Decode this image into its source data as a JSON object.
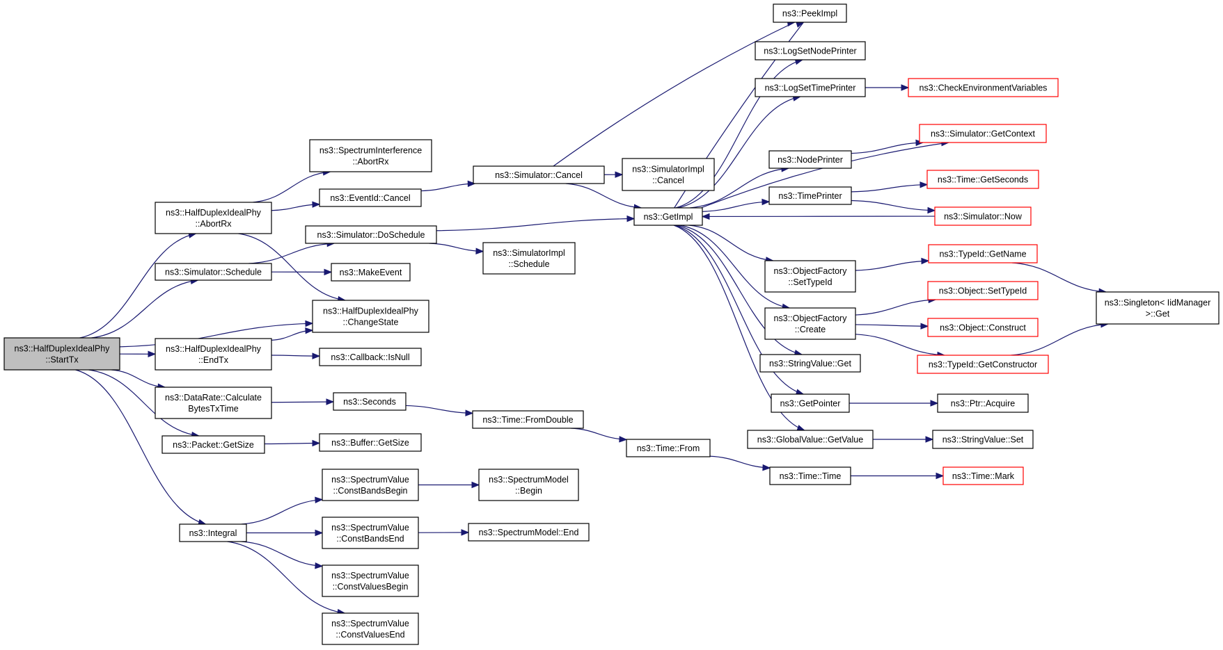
{
  "graph": {
    "title": "",
    "nodes": [
      {
        "id": "StartTx",
        "lines": [
          "ns3::HalfDuplexIdealPhy",
          "::StartTx"
        ],
        "style": "root"
      },
      {
        "id": "AbortRx",
        "lines": [
          "ns3::HalfDuplexIdealPhy",
          "::AbortRx"
        ],
        "style": "normal"
      },
      {
        "id": "SimSchedule",
        "lines": [
          "ns3::Simulator::Schedule"
        ],
        "style": "normal"
      },
      {
        "id": "EndTx",
        "lines": [
          "ns3::HalfDuplexIdealPhy",
          "::EndTx"
        ],
        "style": "normal"
      },
      {
        "id": "CalcBytes",
        "lines": [
          "ns3::DataRate::Calculate",
          "BytesTxTime"
        ],
        "style": "normal"
      },
      {
        "id": "PacketGetSize",
        "lines": [
          "ns3::Packet::GetSize"
        ],
        "style": "normal"
      },
      {
        "id": "Integral",
        "lines": [
          "ns3::Integral"
        ],
        "style": "normal"
      },
      {
        "id": "SpecIntAbortRx",
        "lines": [
          "ns3::SpectrumInterference",
          "::AbortRx"
        ],
        "style": "normal"
      },
      {
        "id": "EventIdCancel",
        "lines": [
          "ns3::EventId::Cancel"
        ],
        "style": "normal"
      },
      {
        "id": "DoSchedule",
        "lines": [
          "ns3::Simulator::DoSchedule"
        ],
        "style": "normal"
      },
      {
        "id": "MakeEvent",
        "lines": [
          "ns3::MakeEvent"
        ],
        "style": "normal"
      },
      {
        "id": "ChangeState",
        "lines": [
          "ns3::HalfDuplexIdealPhy",
          "::ChangeState"
        ],
        "style": "normal"
      },
      {
        "id": "CallbackIsNull",
        "lines": [
          "ns3::Callback::IsNull"
        ],
        "style": "normal"
      },
      {
        "id": "Seconds",
        "lines": [
          "ns3::Seconds"
        ],
        "style": "normal"
      },
      {
        "id": "BufferGetSize",
        "lines": [
          "ns3::Buffer::GetSize"
        ],
        "style": "normal"
      },
      {
        "id": "CBB",
        "lines": [
          "ns3::SpectrumValue",
          "::ConstBandsBegin"
        ],
        "style": "normal"
      },
      {
        "id": "CBE",
        "lines": [
          "ns3::SpectrumValue",
          "::ConstBandsEnd"
        ],
        "style": "normal"
      },
      {
        "id": "CVB",
        "lines": [
          "ns3::SpectrumValue",
          "::ConstValuesBegin"
        ],
        "style": "normal"
      },
      {
        "id": "CVE",
        "lines": [
          "ns3::SpectrumValue",
          "::ConstValuesEnd"
        ],
        "style": "normal"
      },
      {
        "id": "SimCancel",
        "lines": [
          "ns3::Simulator::Cancel"
        ],
        "style": "normal"
      },
      {
        "id": "SimImplSchedule",
        "lines": [
          "ns3::SimulatorImpl",
          "::Schedule"
        ],
        "style": "normal"
      },
      {
        "id": "TimeFromDouble",
        "lines": [
          "ns3::Time::FromDouble"
        ],
        "style": "normal"
      },
      {
        "id": "SMBegin",
        "lines": [
          "ns3::SpectrumModel",
          "::Begin"
        ],
        "style": "normal"
      },
      {
        "id": "SMEnd",
        "lines": [
          "ns3::SpectrumModel::End"
        ],
        "style": "normal"
      },
      {
        "id": "SimImplCancel",
        "lines": [
          "ns3::SimulatorImpl",
          "::Cancel"
        ],
        "style": "normal"
      },
      {
        "id": "GetImpl",
        "lines": [
          "ns3::GetImpl"
        ],
        "style": "normal"
      },
      {
        "id": "TimeFrom",
        "lines": [
          "ns3::Time::From"
        ],
        "style": "normal"
      },
      {
        "id": "PeekImpl",
        "lines": [
          "ns3::PeekImpl"
        ],
        "style": "normal"
      },
      {
        "id": "LogSetNodePrinter",
        "lines": [
          "ns3::LogSetNodePrinter"
        ],
        "style": "normal"
      },
      {
        "id": "LogSetTimePrinter",
        "lines": [
          "ns3::LogSetTimePrinter"
        ],
        "style": "normal"
      },
      {
        "id": "NodePrinter",
        "lines": [
          "ns3::NodePrinter"
        ],
        "style": "normal"
      },
      {
        "id": "TimePrinter",
        "lines": [
          "ns3::TimePrinter"
        ],
        "style": "normal"
      },
      {
        "id": "OFSetTypeId",
        "lines": [
          "ns3::ObjectFactory",
          "::SetTypeId"
        ],
        "style": "normal"
      },
      {
        "id": "OFCreate",
        "lines": [
          "ns3::ObjectFactory",
          "::Create"
        ],
        "style": "normal"
      },
      {
        "id": "StringValueGet",
        "lines": [
          "ns3::StringValue::Get"
        ],
        "style": "normal"
      },
      {
        "id": "GetPointer",
        "lines": [
          "ns3::GetPointer"
        ],
        "style": "normal"
      },
      {
        "id": "GVGetValue",
        "lines": [
          "ns3::GlobalValue::GetValue"
        ],
        "style": "normal"
      },
      {
        "id": "TimeTime",
        "lines": [
          "ns3::Time::Time"
        ],
        "style": "normal"
      },
      {
        "id": "CheckEnv",
        "lines": [
          "ns3::CheckEnvironmentVariables"
        ],
        "style": "trunc"
      },
      {
        "id": "SimGetContext",
        "lines": [
          "ns3::Simulator::GetContext"
        ],
        "style": "trunc"
      },
      {
        "id": "TimeGetSeconds",
        "lines": [
          "ns3::Time::GetSeconds"
        ],
        "style": "trunc"
      },
      {
        "id": "SimNow",
        "lines": [
          "ns3::Simulator::Now"
        ],
        "style": "trunc"
      },
      {
        "id": "TypeIdGetName",
        "lines": [
          "ns3::TypeId::GetName"
        ],
        "style": "trunc"
      },
      {
        "id": "ObjSetTypeId",
        "lines": [
          "ns3::Object::SetTypeId"
        ],
        "style": "trunc"
      },
      {
        "id": "ObjConstruct",
        "lines": [
          "ns3::Object::Construct"
        ],
        "style": "trunc"
      },
      {
        "id": "TypeIdGetCtor",
        "lines": [
          "ns3::TypeId::GetConstructor"
        ],
        "style": "trunc"
      },
      {
        "id": "PtrAcquire",
        "lines": [
          "ns3::Ptr::Acquire"
        ],
        "style": "normal"
      },
      {
        "id": "StringValueSet",
        "lines": [
          "ns3::StringValue::Set"
        ],
        "style": "normal"
      },
      {
        "id": "TimeMark",
        "lines": [
          "ns3::Time::Mark"
        ],
        "style": "trunc"
      },
      {
        "id": "Singleton",
        "lines": [
          "ns3::Singleton< IidManager",
          ">::Get"
        ],
        "style": "normal"
      }
    ],
    "edges": [
      [
        "StartTx",
        "AbortRx"
      ],
      [
        "StartTx",
        "SimSchedule"
      ],
      [
        "StartTx",
        "ChangeState"
      ],
      [
        "StartTx",
        "EndTx"
      ],
      [
        "StartTx",
        "CalcBytes"
      ],
      [
        "StartTx",
        "PacketGetSize"
      ],
      [
        "StartTx",
        "Integral"
      ],
      [
        "AbortRx",
        "SpecIntAbortRx"
      ],
      [
        "AbortRx",
        "EventIdCancel"
      ],
      [
        "AbortRx",
        "ChangeState"
      ],
      [
        "EventIdCancel",
        "SimCancel"
      ],
      [
        "SimCancel",
        "SimImplCancel"
      ],
      [
        "SimCancel",
        "GetImpl"
      ],
      [
        "SimCancel",
        "PeekImpl"
      ],
      [
        "SimSchedule",
        "DoSchedule"
      ],
      [
        "SimSchedule",
        "MakeEvent"
      ],
      [
        "DoSchedule",
        "GetImpl"
      ],
      [
        "DoSchedule",
        "SimImplSchedule"
      ],
      [
        "EndTx",
        "ChangeState"
      ],
      [
        "EndTx",
        "CallbackIsNull"
      ],
      [
        "CalcBytes",
        "Seconds"
      ],
      [
        "Seconds",
        "TimeFromDouble"
      ],
      [
        "TimeFromDouble",
        "TimeFrom"
      ],
      [
        "TimeFrom",
        "TimeTime"
      ],
      [
        "TimeTime",
        "TimeMark"
      ],
      [
        "PacketGetSize",
        "BufferGetSize"
      ],
      [
        "Integral",
        "CBB"
      ],
      [
        "Integral",
        "CBE"
      ],
      [
        "Integral",
        "CVB"
      ],
      [
        "Integral",
        "CVE"
      ],
      [
        "CBB",
        "SMBegin"
      ],
      [
        "CBE",
        "SMEnd"
      ],
      [
        "GetImpl",
        "PeekImpl"
      ],
      [
        "GetImpl",
        "LogSetNodePrinter"
      ],
      [
        "GetImpl",
        "LogSetTimePrinter"
      ],
      [
        "GetImpl",
        "NodePrinter"
      ],
      [
        "GetImpl",
        "TimePrinter"
      ],
      [
        "GetImpl",
        "OFSetTypeId"
      ],
      [
        "GetImpl",
        "OFCreate"
      ],
      [
        "GetImpl",
        "StringValueGet"
      ],
      [
        "GetImpl",
        "GetPointer"
      ],
      [
        "GetImpl",
        "GVGetValue"
      ],
      [
        "GetImpl",
        "SimGetContext"
      ],
      [
        "SimNow",
        "GetImpl"
      ],
      [
        "LogSetTimePrinter",
        "CheckEnv"
      ],
      [
        "NodePrinter",
        "SimGetContext"
      ],
      [
        "TimePrinter",
        "TimeGetSeconds"
      ],
      [
        "TimePrinter",
        "SimNow"
      ],
      [
        "OFSetTypeId",
        "TypeIdGetName"
      ],
      [
        "OFCreate",
        "ObjSetTypeId"
      ],
      [
        "OFCreate",
        "ObjConstruct"
      ],
      [
        "OFCreate",
        "TypeIdGetCtor"
      ],
      [
        "GetPointer",
        "PtrAcquire"
      ],
      [
        "GVGetValue",
        "StringValueSet"
      ],
      [
        "TypeIdGetName",
        "Singleton"
      ],
      [
        "TypeIdGetCtor",
        "Singleton"
      ]
    ],
    "colors": {
      "edge": "#191970",
      "node_border": "#000000",
      "truncated_border": "#ff0000",
      "root_fill": "#bfbfbf",
      "node_fill": "#ffffff"
    }
  }
}
